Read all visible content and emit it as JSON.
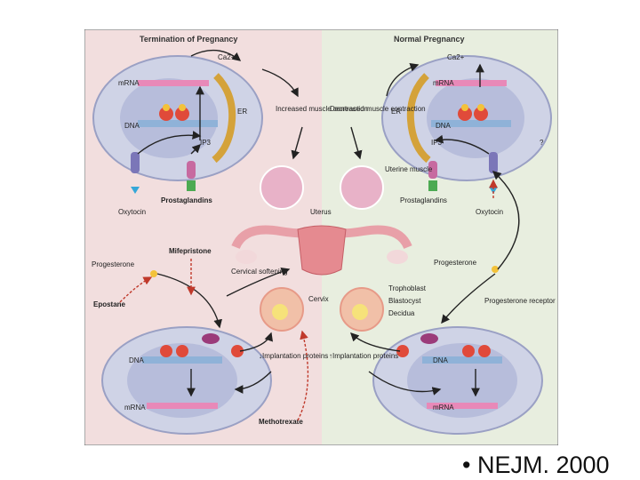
{
  "panels": {
    "left_title": "Termination of Pregnancy",
    "right_title": "Normal Pregnancy"
  },
  "labels": {
    "ca_left": "Ca2+",
    "ca_right": "Ca2+",
    "mrna_top_left": "mRNA",
    "mrna_top_right": "mRNA",
    "dna_top_left": "DNA",
    "dna_top_right": "DNA",
    "er_left": "ER",
    "er_right": "ER",
    "ip3_left": "IP3",
    "ip3_right": "IP3",
    "increased": "Increased muscle contraction",
    "decreased": "Decreased muscle contraction",
    "uterine_muscle": "Uterine muscle",
    "oxytocin_left": "Oxytocin",
    "oxytocin_right": "Oxytocin",
    "prostaglandins_left": "Prostaglandins",
    "prostaglandins_right": "Prostaglandins",
    "uterus": "Uterus",
    "mifepristone": "Mifepristone",
    "cervical_softening": "Cervical softening",
    "progesterone_left": "Progesterone",
    "progesterone_right": "Progesterone",
    "epostane": "Epostane",
    "cervix": "Cervix",
    "trophoblast": "Trophoblast",
    "blastocyst": "Blastocyst",
    "decidua": "Decidua",
    "progesterone_receptor": "Progesterone receptor",
    "implantation_left": "↓Implantation proteins",
    "implantation_right": "↑Implantation proteins",
    "dna_bottom_left": "DNA",
    "dna_bottom_right": "DNA",
    "mrna_bottom_left": "mRNA",
    "mrna_bottom_right": "mRNA",
    "methotrexate": "Methotrexate",
    "question": "?"
  },
  "citation": "• NEJM. 2000",
  "colors": {
    "left_bg": "#f2dede",
    "right_bg": "#e8eedf",
    "cell": "#cfd3e6",
    "cell_edge": "#9aa0c4",
    "nucleus": "#b7bddb",
    "dashed_arrow": "#c0392b",
    "er": "#d4a23a"
  }
}
